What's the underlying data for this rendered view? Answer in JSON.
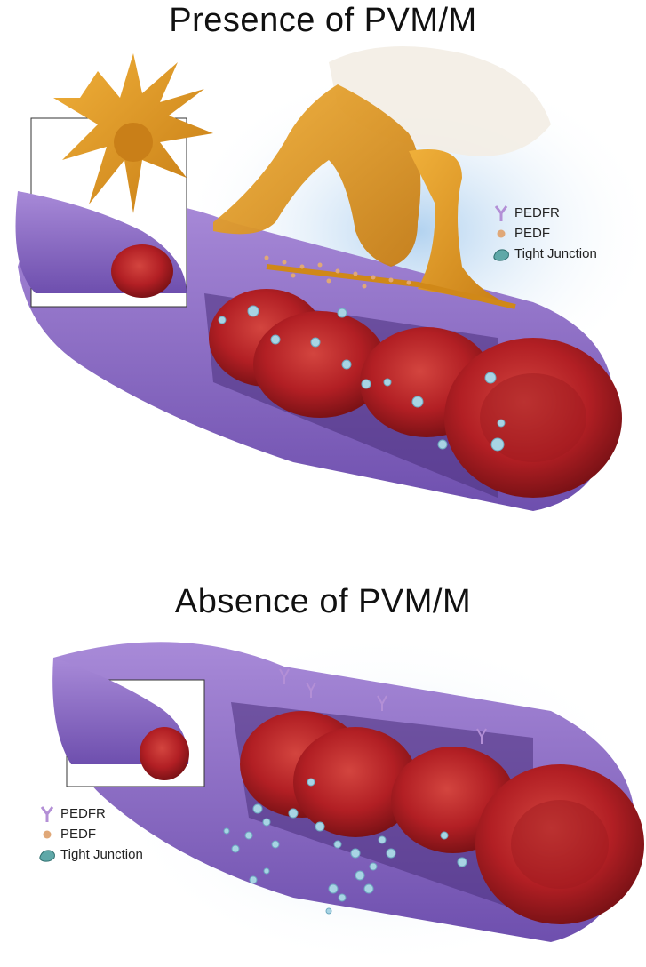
{
  "panels": {
    "top": {
      "title": "Presence of PVM/M"
    },
    "bottom": {
      "title": "Absence of PVM/M"
    }
  },
  "legend": {
    "items": [
      {
        "label": "PEDFR",
        "icon": "receptor-icon",
        "color": "#b38fd6"
      },
      {
        "label": "PEDF",
        "icon": "pedf-dot-icon",
        "color": "#e0a878"
      },
      {
        "label": "Tight Junction",
        "icon": "tight-junction-icon",
        "color": "#5fa8a8"
      }
    ]
  },
  "colors": {
    "vessel": "#8a6cc2",
    "vessel_dark": "#5e4596",
    "blood_cell": "#c4282c",
    "pericyte": "#e09a2a",
    "glow": "#bcd9f2"
  }
}
